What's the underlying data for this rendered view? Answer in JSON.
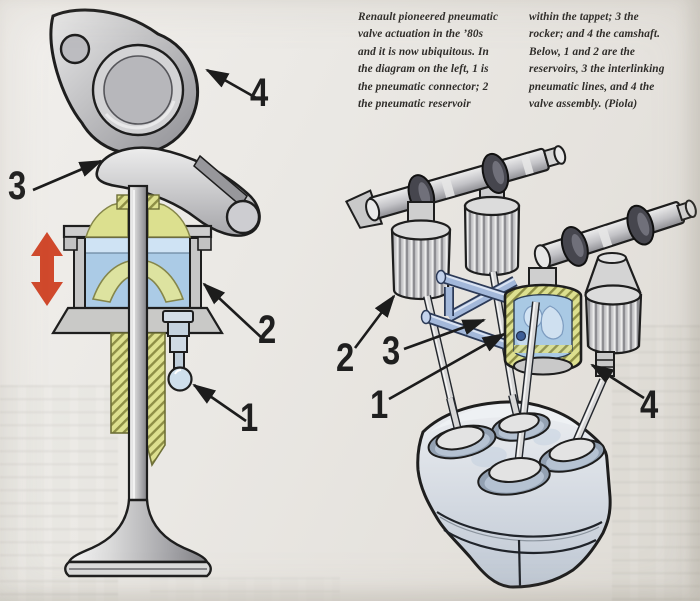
{
  "caption": {
    "col1_lines": [
      "Renault pioneered pneumatic",
      "valve actuation in the ’80s",
      "and it is now ubiquitous. In",
      "the diagram on the left, 1 is",
      "the pneumatic connector; 2",
      "the pneumatic reservoir"
    ],
    "col2_lines": [
      "within the tappet; 3 the",
      "rocker; and 4 the camshaft.",
      "Below, 1 and 2 are the",
      "reservoirs, 3 the interlinking",
      "pneumatic lines, and 4 the",
      "valve assembly. (Piola)"
    ]
  },
  "left_diagram": {
    "callouts": {
      "camshaft": "4",
      "rocker": "3",
      "reservoir": "2",
      "connector": "1"
    }
  },
  "right_diagram": {
    "callouts": {
      "reservoirs": "2",
      "pneumatic_lines": "3",
      "reservoir_cut": "1",
      "valve_assembly": "4"
    }
  },
  "colors": {
    "paper": "#e9e6e1",
    "ink_outline": "#1e1e1e",
    "reservoir_blue": "#abcbe6",
    "spring_yellow": "#dce08f",
    "pneumatic_tube_blue": "#a3b8da",
    "motion_arrow_red": "#d0492c",
    "metal_gray": "#c6c6c6"
  }
}
